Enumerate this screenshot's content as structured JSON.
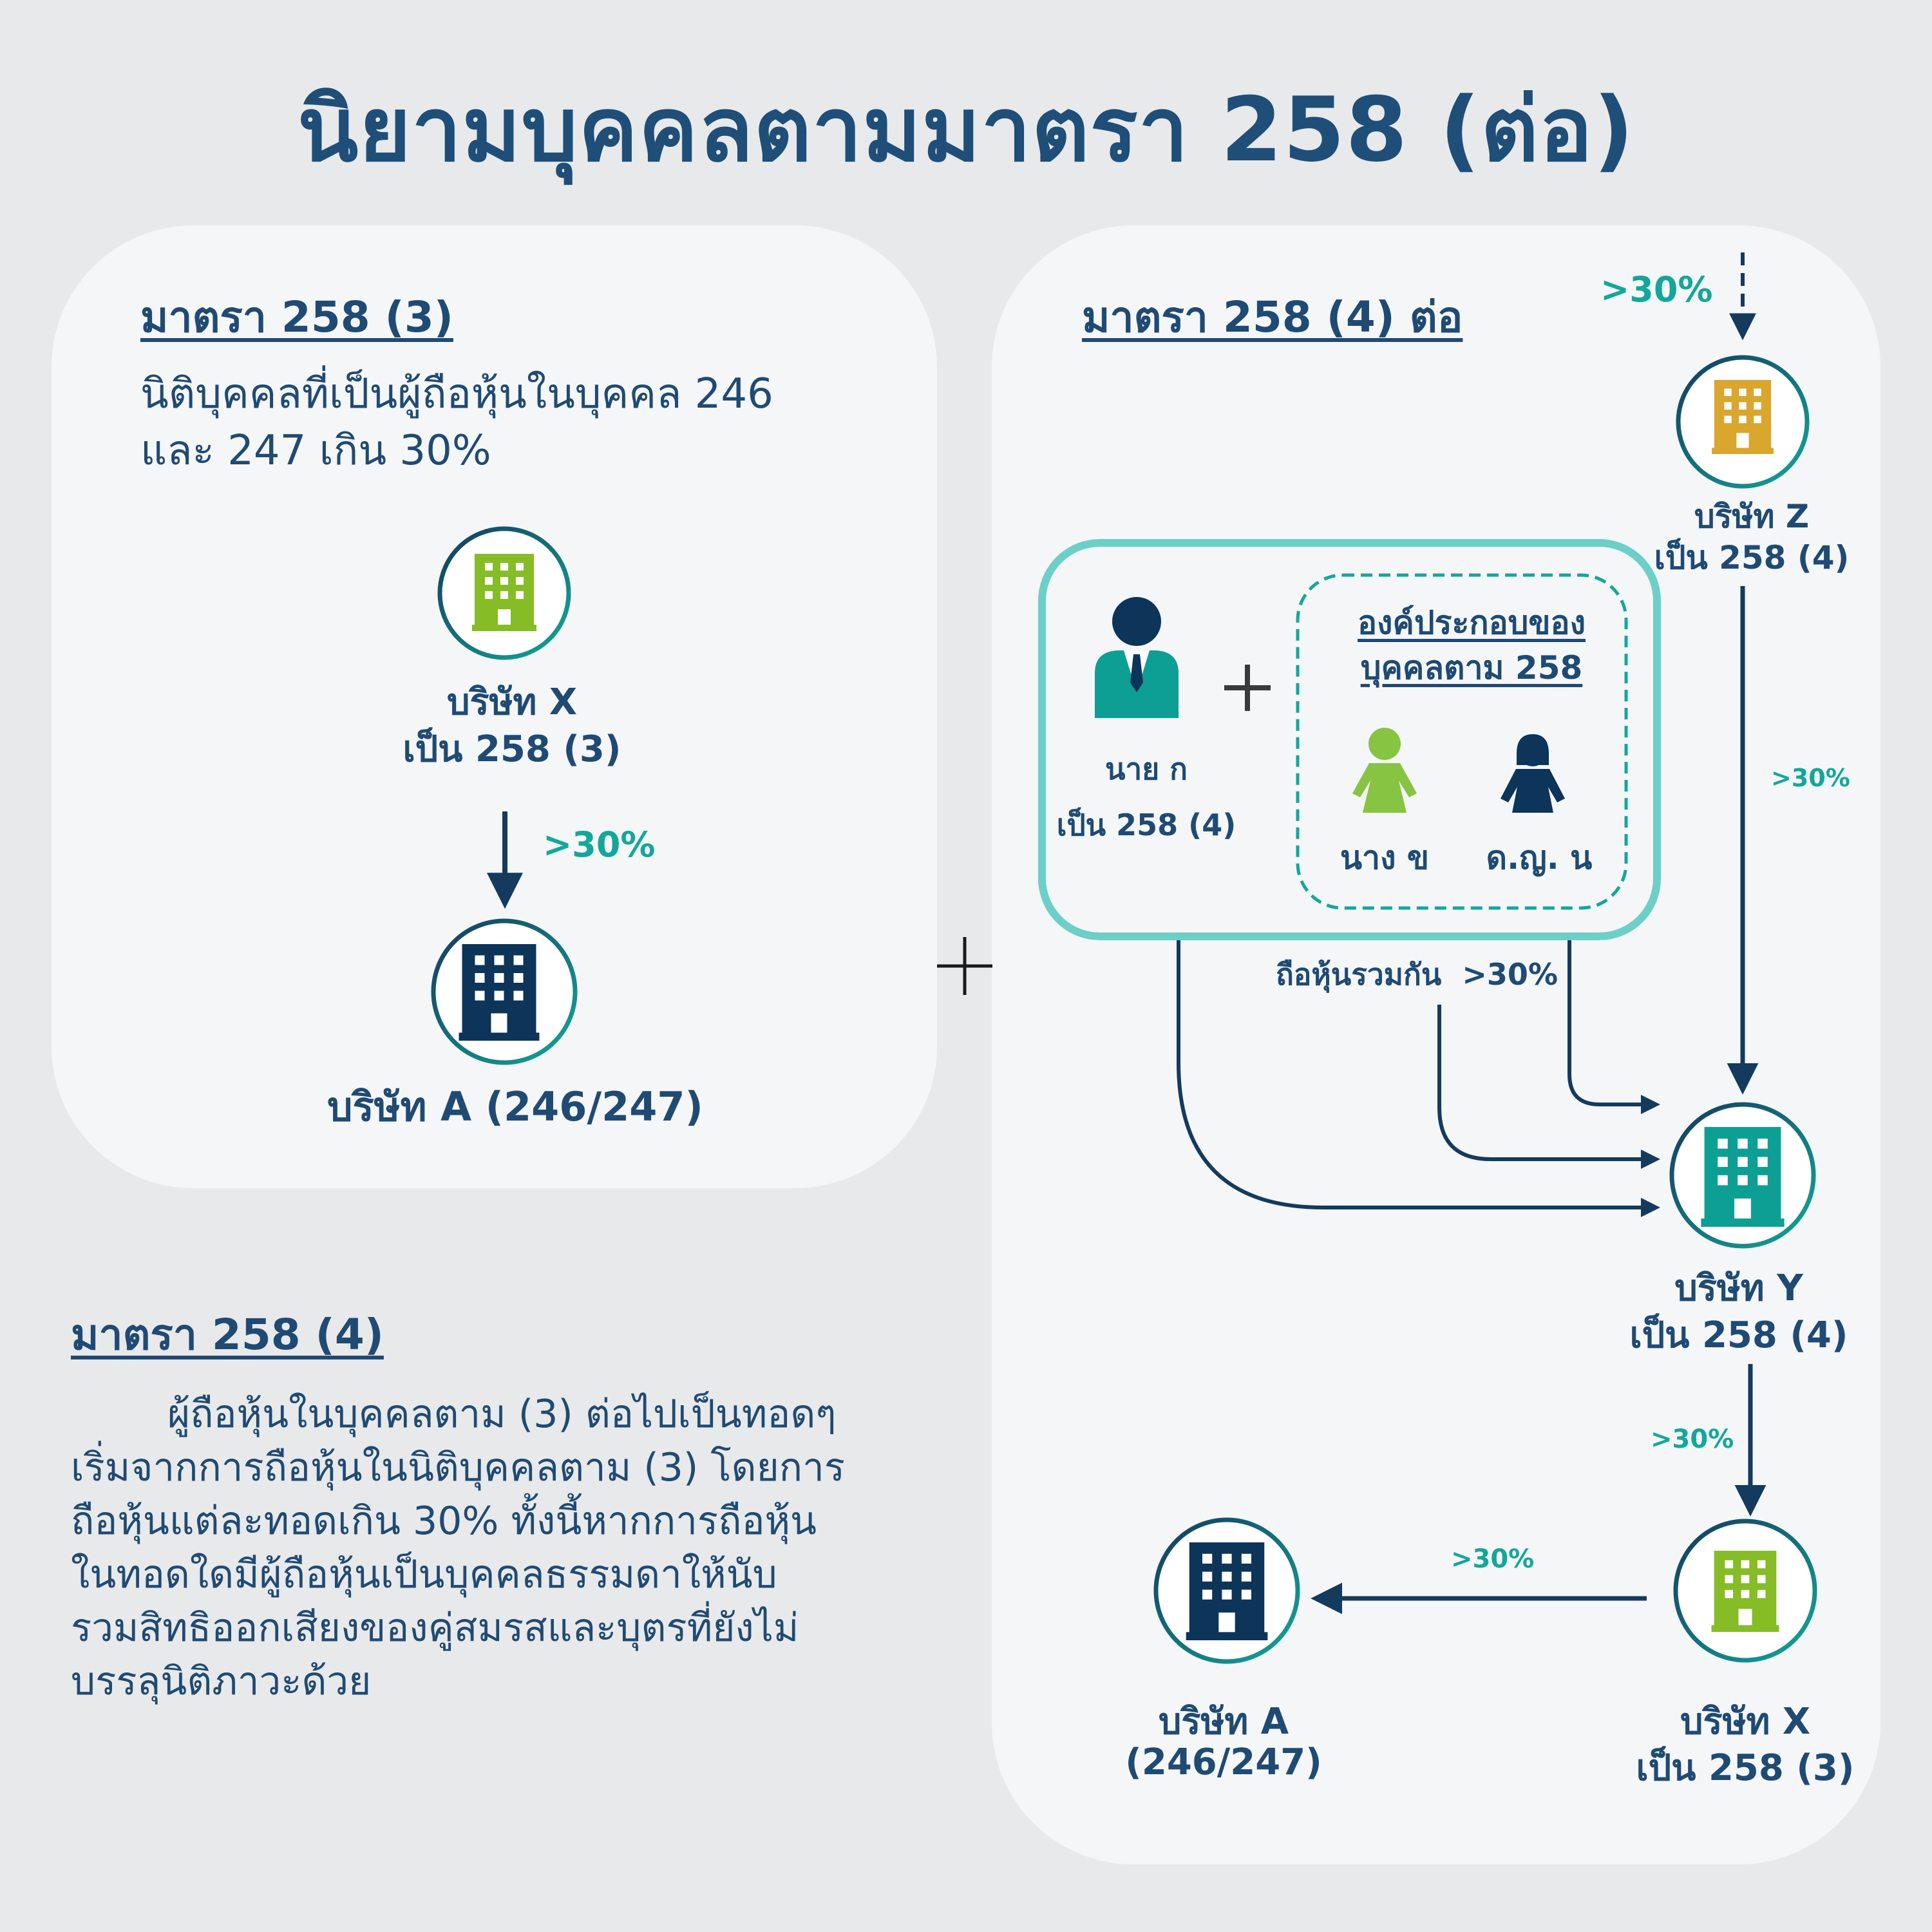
{
  "title": "นิยามบุคคลตามมาตรา 258 (ต่อ)",
  "left_panel": {
    "heading": "มาตรา 258 (3)",
    "description_lines": [
      "นิติบุคคลที่เป็นผู้ถือหุ้นในบุคคล 246",
      "และ 247 เกิน 30%"
    ],
    "company_x": {
      "name": "บริษัท X",
      "status": "เป็น 258 (3)"
    },
    "arrow_label": ">30%",
    "company_a": {
      "name": "บริษัท A (246/247)"
    }
  },
  "section4": {
    "heading": "มาตรา 258 (4)",
    "body_lines": [
      "ผู้ถือหุ้นในบุคคลตาม (3) ต่อไปเป็นทอดๆ",
      "เริ่มจากการถือหุ้นในนิติบุคคลตาม (3) โดยการ",
      "ถือหุ้นแต่ละทอดเกิน 30% ทั้งนี้หากการถือหุ้น",
      "ในทอดใดมีผู้ถือหุ้นเป็นบุคคลธรรมดาให้นับ",
      "รวมสิทธิออกเสียงของคู่สมรสและบุตรที่ยังไม่",
      "บรรลุนิติภาวะด้วย"
    ]
  },
  "right_panel": {
    "heading": "มาตรา 258 (4) ต่อ",
    "top_arrow_label": ">30%",
    "company_z": {
      "name": "บริษัท Z",
      "status": "เป็น 258 (4)"
    },
    "z_to_y_label": ">30%",
    "person_k": {
      "name": "นาย ก",
      "status": "เป็น 258 (4)"
    },
    "component_box": {
      "title_lines": [
        "องค์ประกอบของ",
        "บุคคลตาม 258"
      ],
      "member_1": "นาง ข",
      "member_2": "ด.ญ. น"
    },
    "combined_label": "ถือหุ้นรวมกัน  >30%",
    "company_y": {
      "name": "บริษัท Y",
      "status": "เป็น 258 (4)"
    },
    "y_to_x_label": ">30%",
    "company_x": {
      "name": "บริษัท X",
      "status": "เป็น 258 (3)"
    },
    "x_to_a_label": ">30%",
    "company_a": {
      "name": "บริษัท A",
      "status": "(246/247)"
    }
  },
  "colors": {
    "navy": "#143a5e",
    "teal": "#13a79a",
    "box_border": "#6ccfc8",
    "green_building": "#86bc25",
    "gold_building": "#d9a62e",
    "teal_building": "#0e9f94",
    "navy_building": "#0d3459",
    "light_green_figure": "#86c441"
  }
}
